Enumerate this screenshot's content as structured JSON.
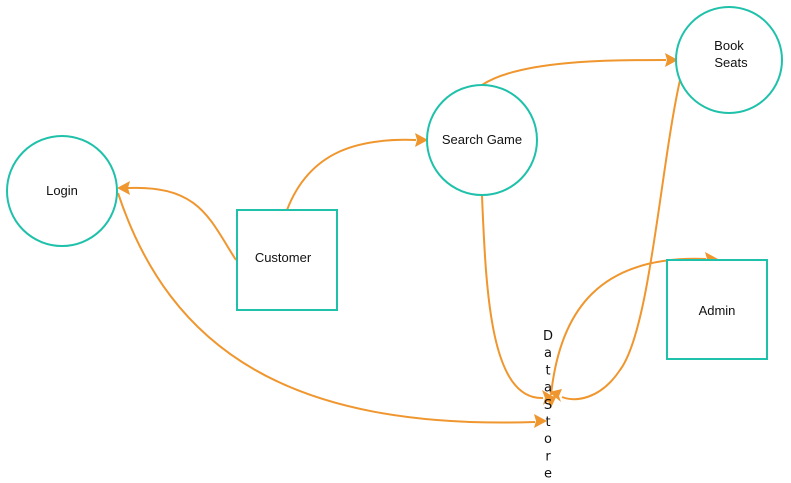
{
  "diagram": {
    "nodes": {
      "login": {
        "label": "Login"
      },
      "customer": {
        "label": "Customer"
      },
      "search_game": {
        "label": "Search Game"
      },
      "book_seats": {
        "line1": "Book",
        "line2": "Seats"
      },
      "admin": {
        "label": "Admin"
      },
      "data_store": {
        "label": "Data Store"
      }
    },
    "colors": {
      "node_stroke": "#1fc1aa",
      "edge": "#f0962e"
    }
  }
}
